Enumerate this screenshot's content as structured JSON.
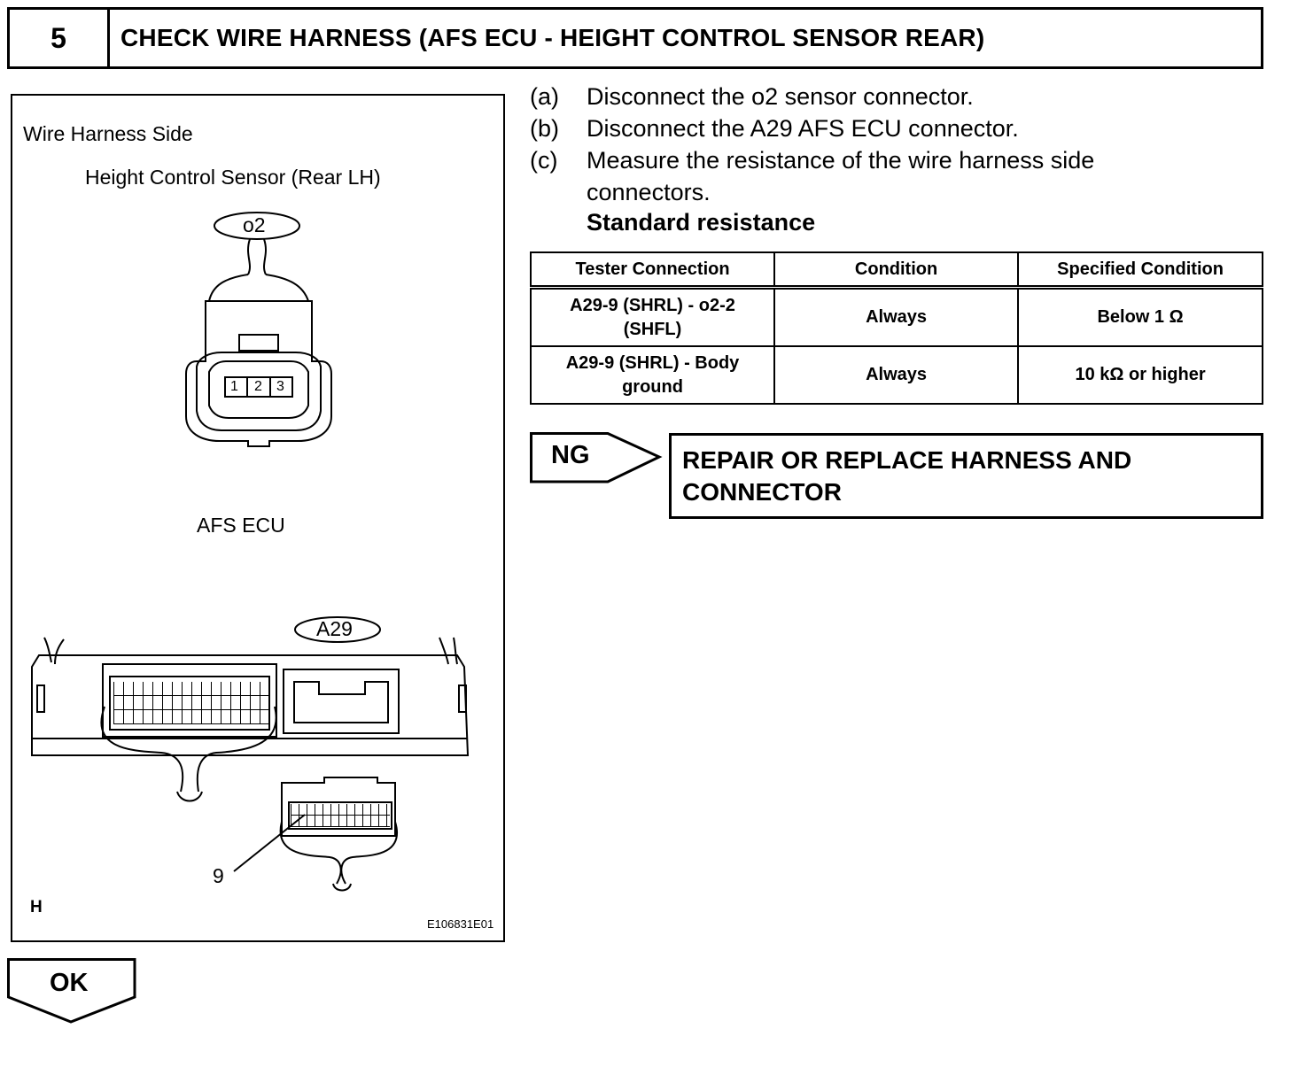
{
  "step": {
    "number": "5",
    "title": "CHECK WIRE HARNESS (AFS ECU - HEIGHT CONTROL SENSOR REAR)"
  },
  "figure": {
    "side_label": "Wire Harness Side",
    "sensor_title": "Height Control Sensor (Rear LH)",
    "sensor_connector": "o2",
    "sensor_pins": [
      "1",
      "2",
      "3"
    ],
    "ecu_title": "AFS ECU",
    "ecu_connector": "A29",
    "pin_callout": "9",
    "corner_mark": "H",
    "figure_code": "E106831E01"
  },
  "instructions": [
    {
      "label": "(a)",
      "text": "Disconnect the o2 sensor connector."
    },
    {
      "label": "(b)",
      "text": "Disconnect the A29 AFS ECU connector."
    },
    {
      "label": "(c)",
      "text": "Measure the resistance of the wire harness side",
      "continuation": "connectors."
    }
  ],
  "standard_heading": "Standard resistance",
  "table": {
    "headers": [
      "Tester Connection",
      "Condition",
      "Specified Condition"
    ],
    "rows": [
      {
        "connection_1": "A29-9 (SHRL) - o2-2",
        "connection_2": "(SHFL)",
        "condition": "Always",
        "spec": "Below 1 Ω"
      },
      {
        "connection_1": "A29-9 (SHRL) - Body",
        "connection_2": "ground",
        "condition": "Always",
        "spec": "10 kΩ or higher"
      }
    ]
  },
  "ng": {
    "label": "NG",
    "action_line1": "REPAIR OR REPLACE HARNESS AND",
    "action_line2": "CONNECTOR"
  },
  "ok": {
    "label": "OK"
  }
}
